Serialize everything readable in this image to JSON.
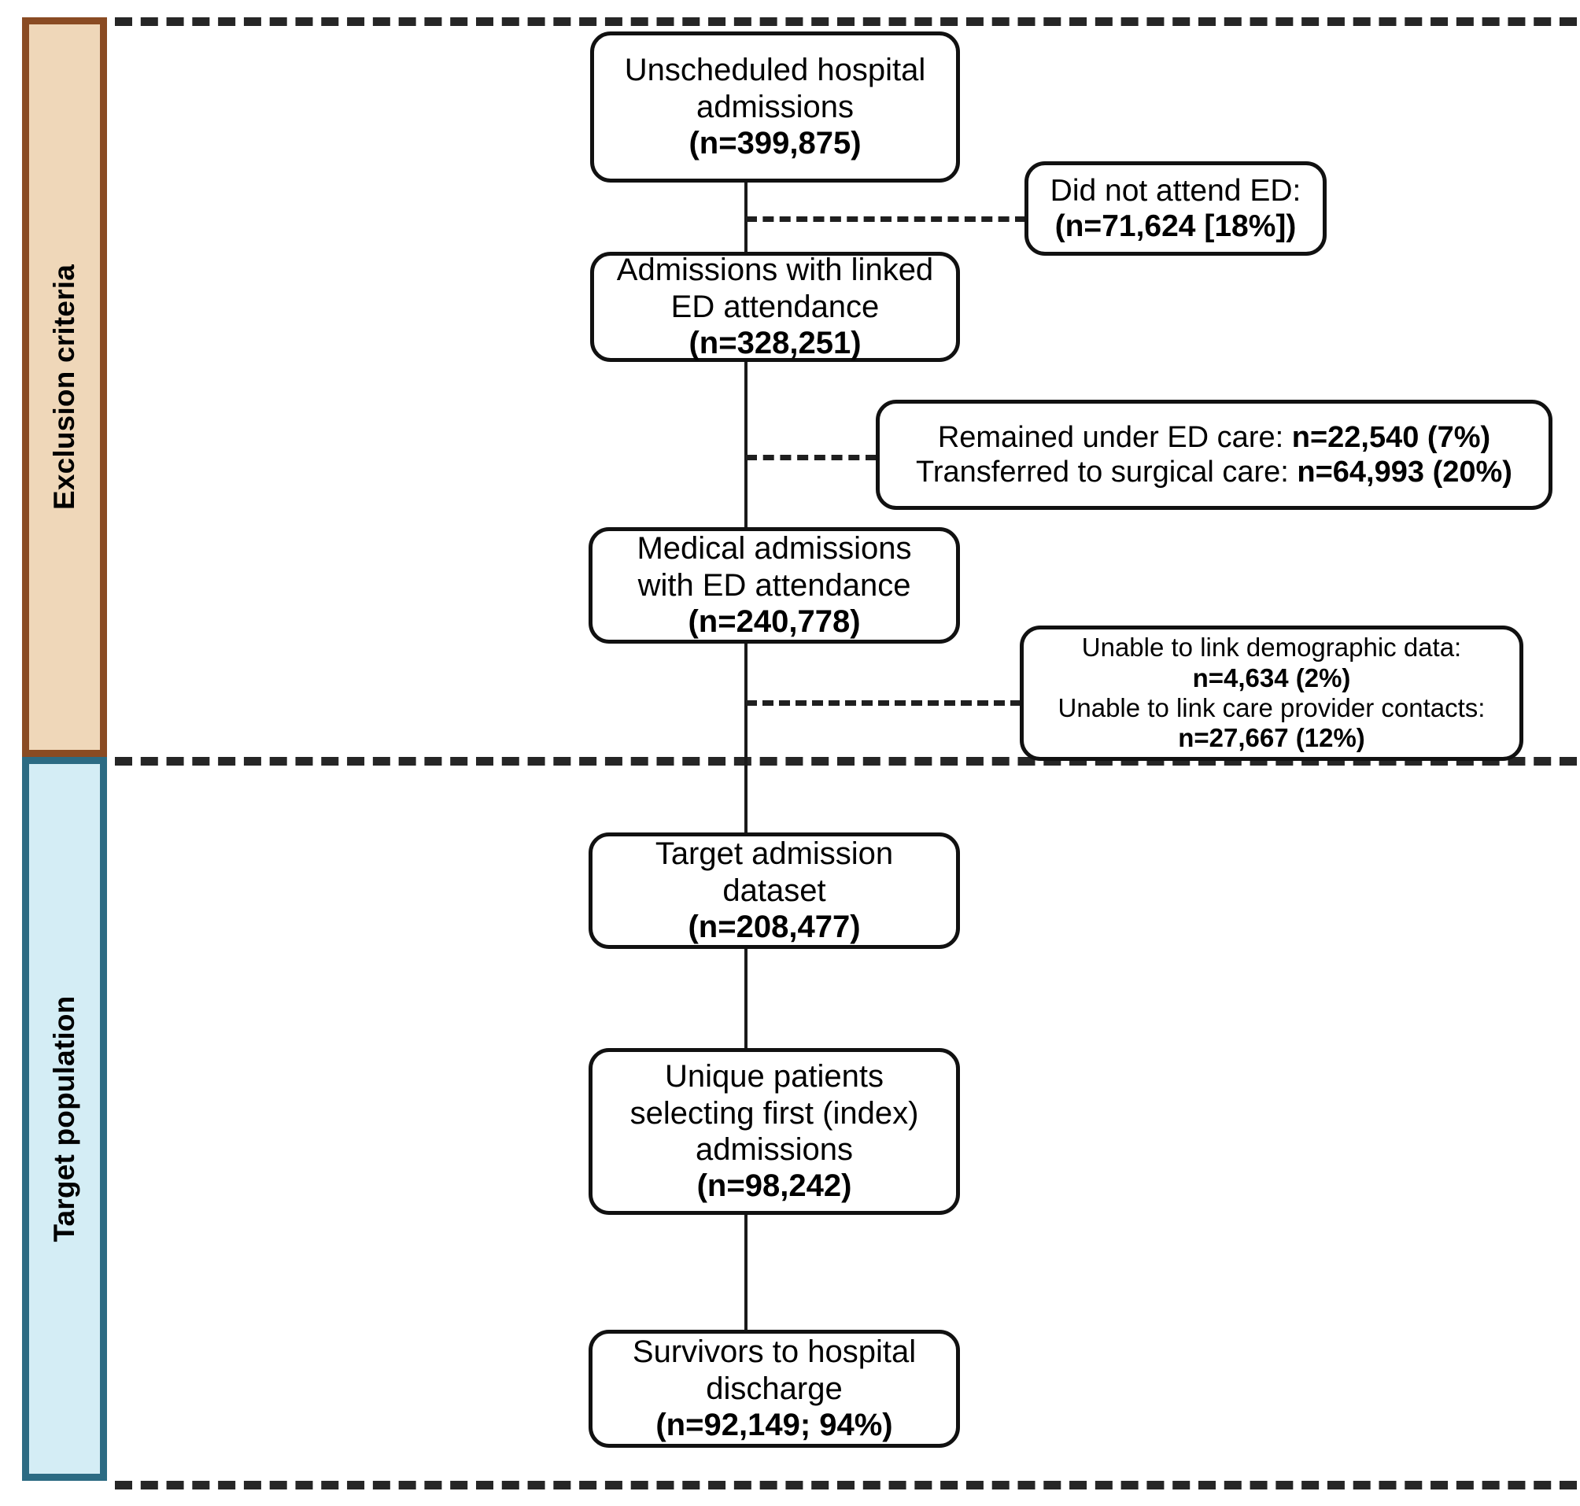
{
  "bands": [
    {
      "id": "exclusion",
      "label": "Exclusion criteria",
      "fill": "#EFD7B9",
      "border": "#8A4B23"
    },
    {
      "id": "target",
      "label": "Target population",
      "fill": "#D4EDF5",
      "border": "#2C6B83"
    }
  ],
  "flow": {
    "main": [
      {
        "id": "unscheduled",
        "lines": [
          "Unscheduled hospital",
          "admissions"
        ],
        "count": "(n=399,875)"
      },
      {
        "id": "linked",
        "lines": [
          "Admissions with linked",
          "ED attendance"
        ],
        "count": "(n=328,251)"
      },
      {
        "id": "medical",
        "lines": [
          "Medical admissions",
          "with ED attendance"
        ],
        "count": "(n=240,778)"
      },
      {
        "id": "target",
        "lines": [
          "Target admission",
          "dataset"
        ],
        "count": "(n=208,477)"
      },
      {
        "id": "unique",
        "lines": [
          "Unique patients",
          "selecting first (index)",
          "admissions"
        ],
        "count": "(n=98,242)"
      },
      {
        "id": "survivors",
        "lines": [
          "Survivors to hospital",
          "discharge"
        ],
        "count": "(n=92,149; 94%)"
      }
    ],
    "exclusions": [
      {
        "id": "noed",
        "line1_plain": "Did not attend ED:",
        "line1_bold": "",
        "line2_plain": "",
        "line2_bold": "(n=71,624 [18%])"
      },
      {
        "id": "edcare",
        "line1_plain": "Remained under ED care: ",
        "line1_bold": "n=22,540 (7%)",
        "line2_plain": "Transferred to surgical care: ",
        "line2_bold": "n=64,993 (20%)"
      },
      {
        "id": "unlinked",
        "line1_plain": "Unable to link demographic data:",
        "line1_bold": "n=4,634 (2%)",
        "line2_plain": "Unable to link care provider contacts:",
        "line2_bold": "n=27,667 (12%)"
      }
    ]
  },
  "colors": {
    "node_border": "#111111",
    "connector": "#1f1f1f",
    "section_divider": "#262626"
  }
}
